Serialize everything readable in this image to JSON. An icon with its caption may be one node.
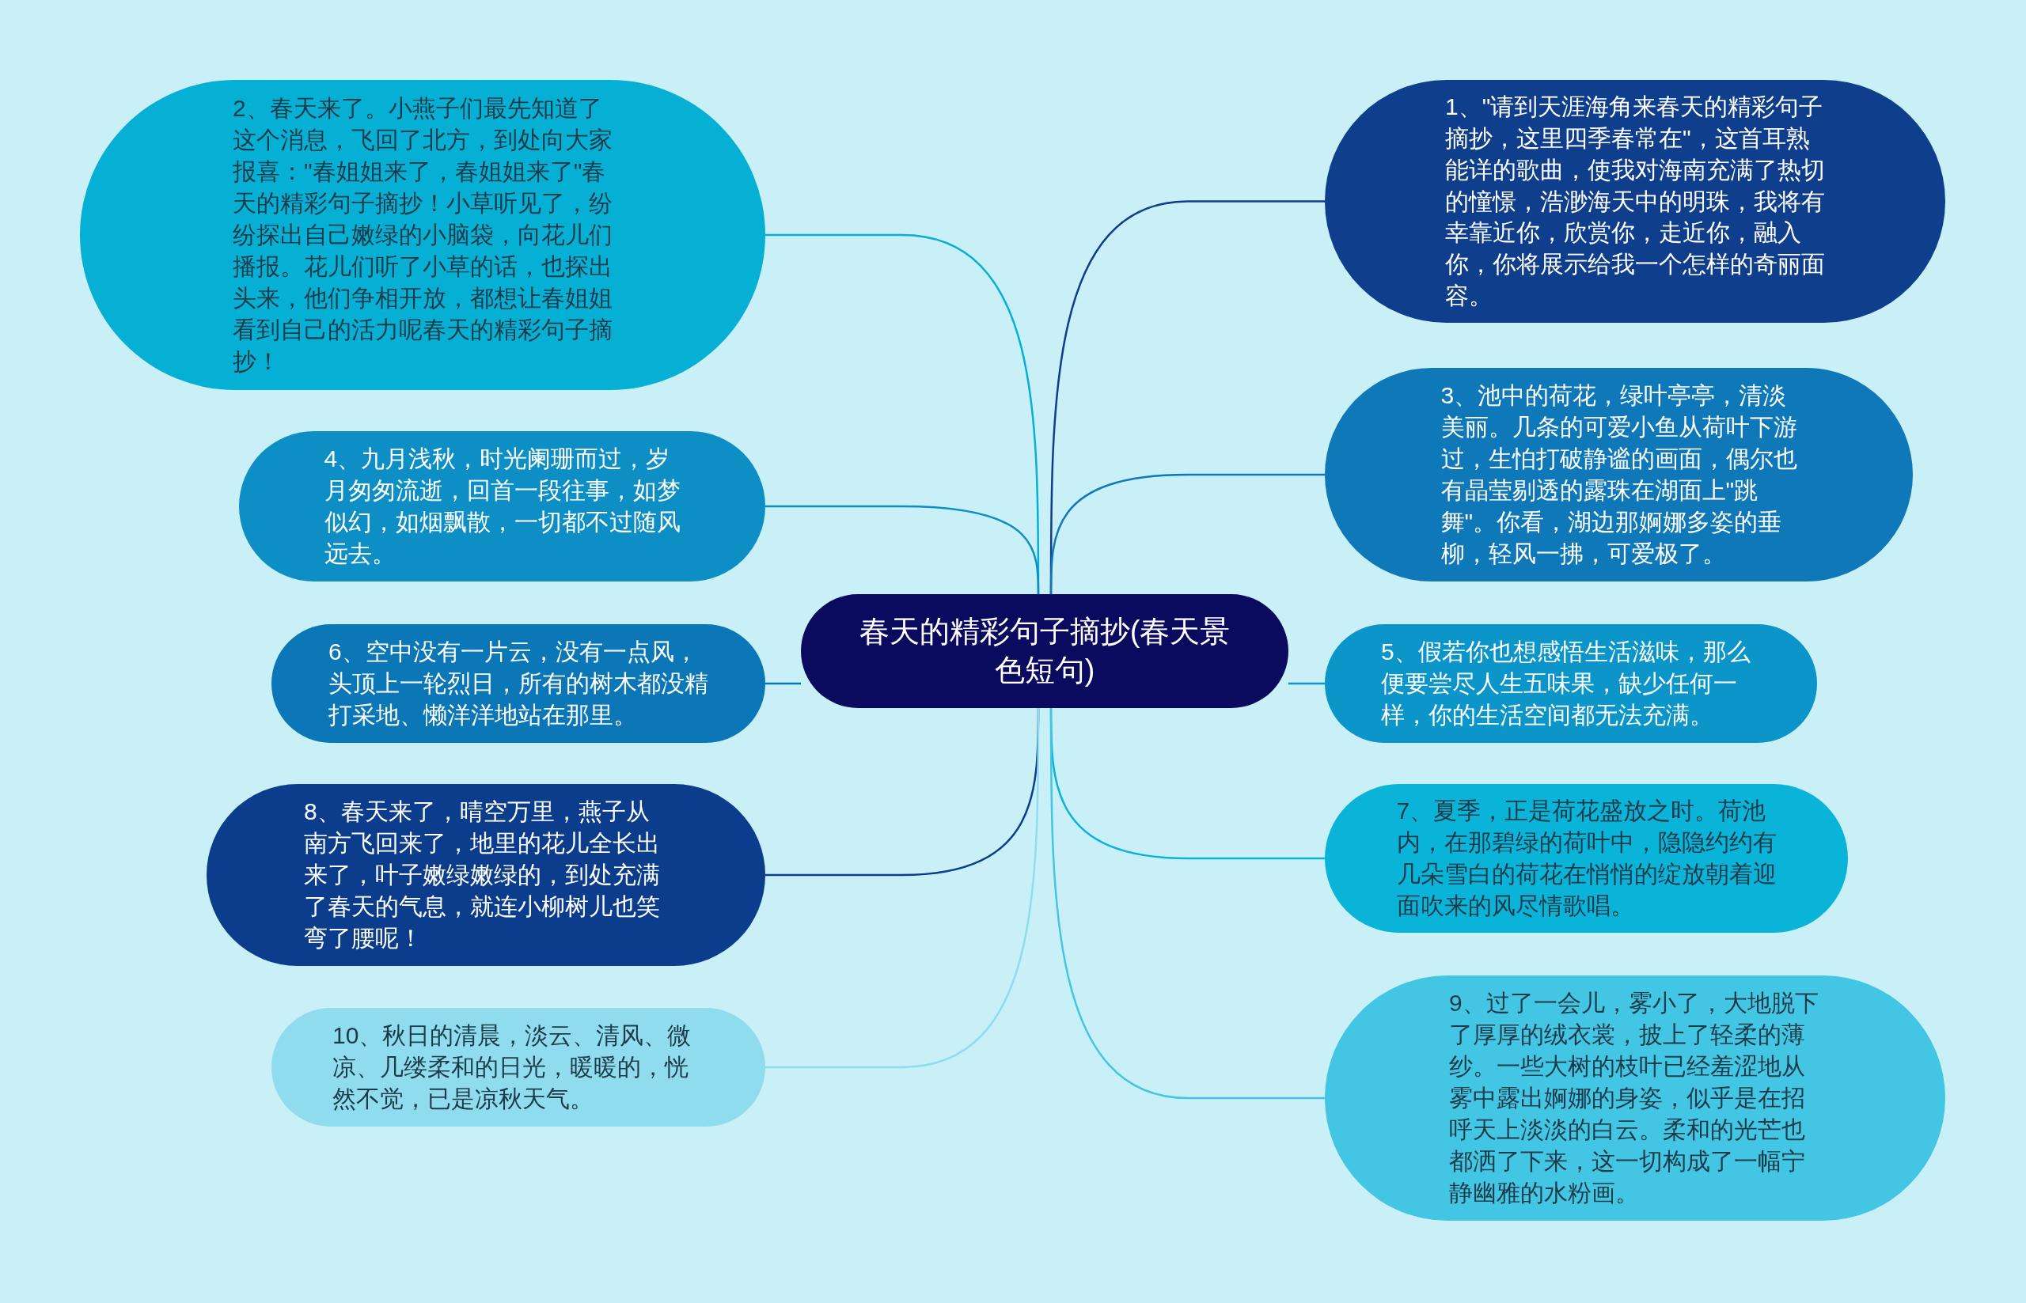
{
  "diagram": {
    "nodes": [
      {
        "text": [
          "春天的精彩句子摘抄(春天景色短句)"
        ]
      },
      {
        "text": [
          "1、\"请到天涯海角来春天的精彩句子摘抄，这里四季春常在\"，这首耳熟能详的歌曲，使我对海南充满了热切的憧憬，浩渺海天中的明珠，我将有幸靠近你，欣赏你，走近你，融入你，你将展示给我一个怎样的奇丽面容。"
        ]
      },
      {
        "text": [
          "2、春天来了。小燕子们最先知道了这个消息，飞回了北方，到处向大家报喜：\"春姐姐来了，春姐姐来了\"春天的精彩句子摘抄！小草听见了，纷纷探出自己嫩绿的小脑袋，向花儿们播报。花儿们听了小草的话，也探出头来，他们争相开放，都想让春姐姐看到自己的活力呢春天的精彩句子摘抄！"
        ]
      },
      {
        "text": [
          "3、池中的荷花，绿叶亭亭，清淡美丽。几条的可爱小鱼从荷叶下游过，生怕打破静谧的画面，偶尔也有晶莹剔透的露珠在湖面上\"跳舞\"。你看，湖边那婀娜多姿的垂柳，轻风一拂，可爱极了。"
        ]
      },
      {
        "text": [
          "4、九月浅秋，时光阑珊而过，岁月匆匆流逝，回首一段往事，如梦似幻，如烟飘散，一切都不过随风远去。"
        ]
      },
      {
        "text": [
          "5、假若你也想感悟生活滋味，那么便要尝尽人生五味果，缺少任何一样，你的生活空间都无法充满。"
        ]
      },
      {
        "text": [
          "6、空中没有一片云，没有一点风，头顶上一轮烈日，所有的树木都没精打采地、懒洋洋地站在那里。"
        ]
      },
      {
        "text": [
          "7、夏季，正是荷花盛放之时。荷池内，在那碧绿的荷叶中，隐隐约约有几朵雪白的荷花在悄悄的绽放朝着迎面吹来的风尽情歌唱。"
        ]
      },
      {
        "text": [
          "8、春天来了，晴空万里，燕子从南方飞回来了，地里的花儿全长出来了，叶子嫩绿嫩绿的，到处充满了春天的气息，就连小柳树儿也笑弯了腰呢！"
        ]
      },
      {
        "text": [
          "9、过了一会儿，雾小了，大地脱下了厚厚的绒衣裳，披上了轻柔的薄纱。一些大树的枝叶已经羞涩地从雾中露出婀娜的身姿，似乎是在招呼天上淡淡的白云。柔和的光芒也都洒了下来，这一切构成了一幅宁静幽雅的水粉画。"
        ]
      },
      {
        "text": [
          "10、秋日的清晨，淡云、清风、微凉、几缕柔和的日光，暖暖的，恍然不觉，已是凉秋天气。"
        ]
      }
    ],
    "edges": [
      {
        "from": 0,
        "to": 1,
        "arrow": "none",
        "color": "#0f3e8c"
      },
      {
        "from": 0,
        "to": 2,
        "arrow": "none",
        "color": "#06b0d4"
      },
      {
        "from": 0,
        "to": 3,
        "arrow": "none",
        "color": "#0e78b9"
      },
      {
        "from": 0,
        "to": 4,
        "arrow": "none",
        "color": "#0d8fc6"
      },
      {
        "from": 0,
        "to": 5,
        "arrow": "none",
        "color": "#0c95c9"
      },
      {
        "from": 0,
        "to": 6,
        "arrow": "none",
        "color": "#0b77b7"
      },
      {
        "from": 0,
        "to": 7,
        "arrow": "none",
        "color": "#0ab3d8"
      },
      {
        "from": 0,
        "to": 8,
        "arrow": "none",
        "color": "#0c3d8c"
      },
      {
        "from": 0,
        "to": 9,
        "arrow": "none",
        "color": "#43c6e3"
      },
      {
        "from": 0,
        "to": 10,
        "arrow": "none",
        "color": "#8fdcef"
      }
    ]
  }
}
